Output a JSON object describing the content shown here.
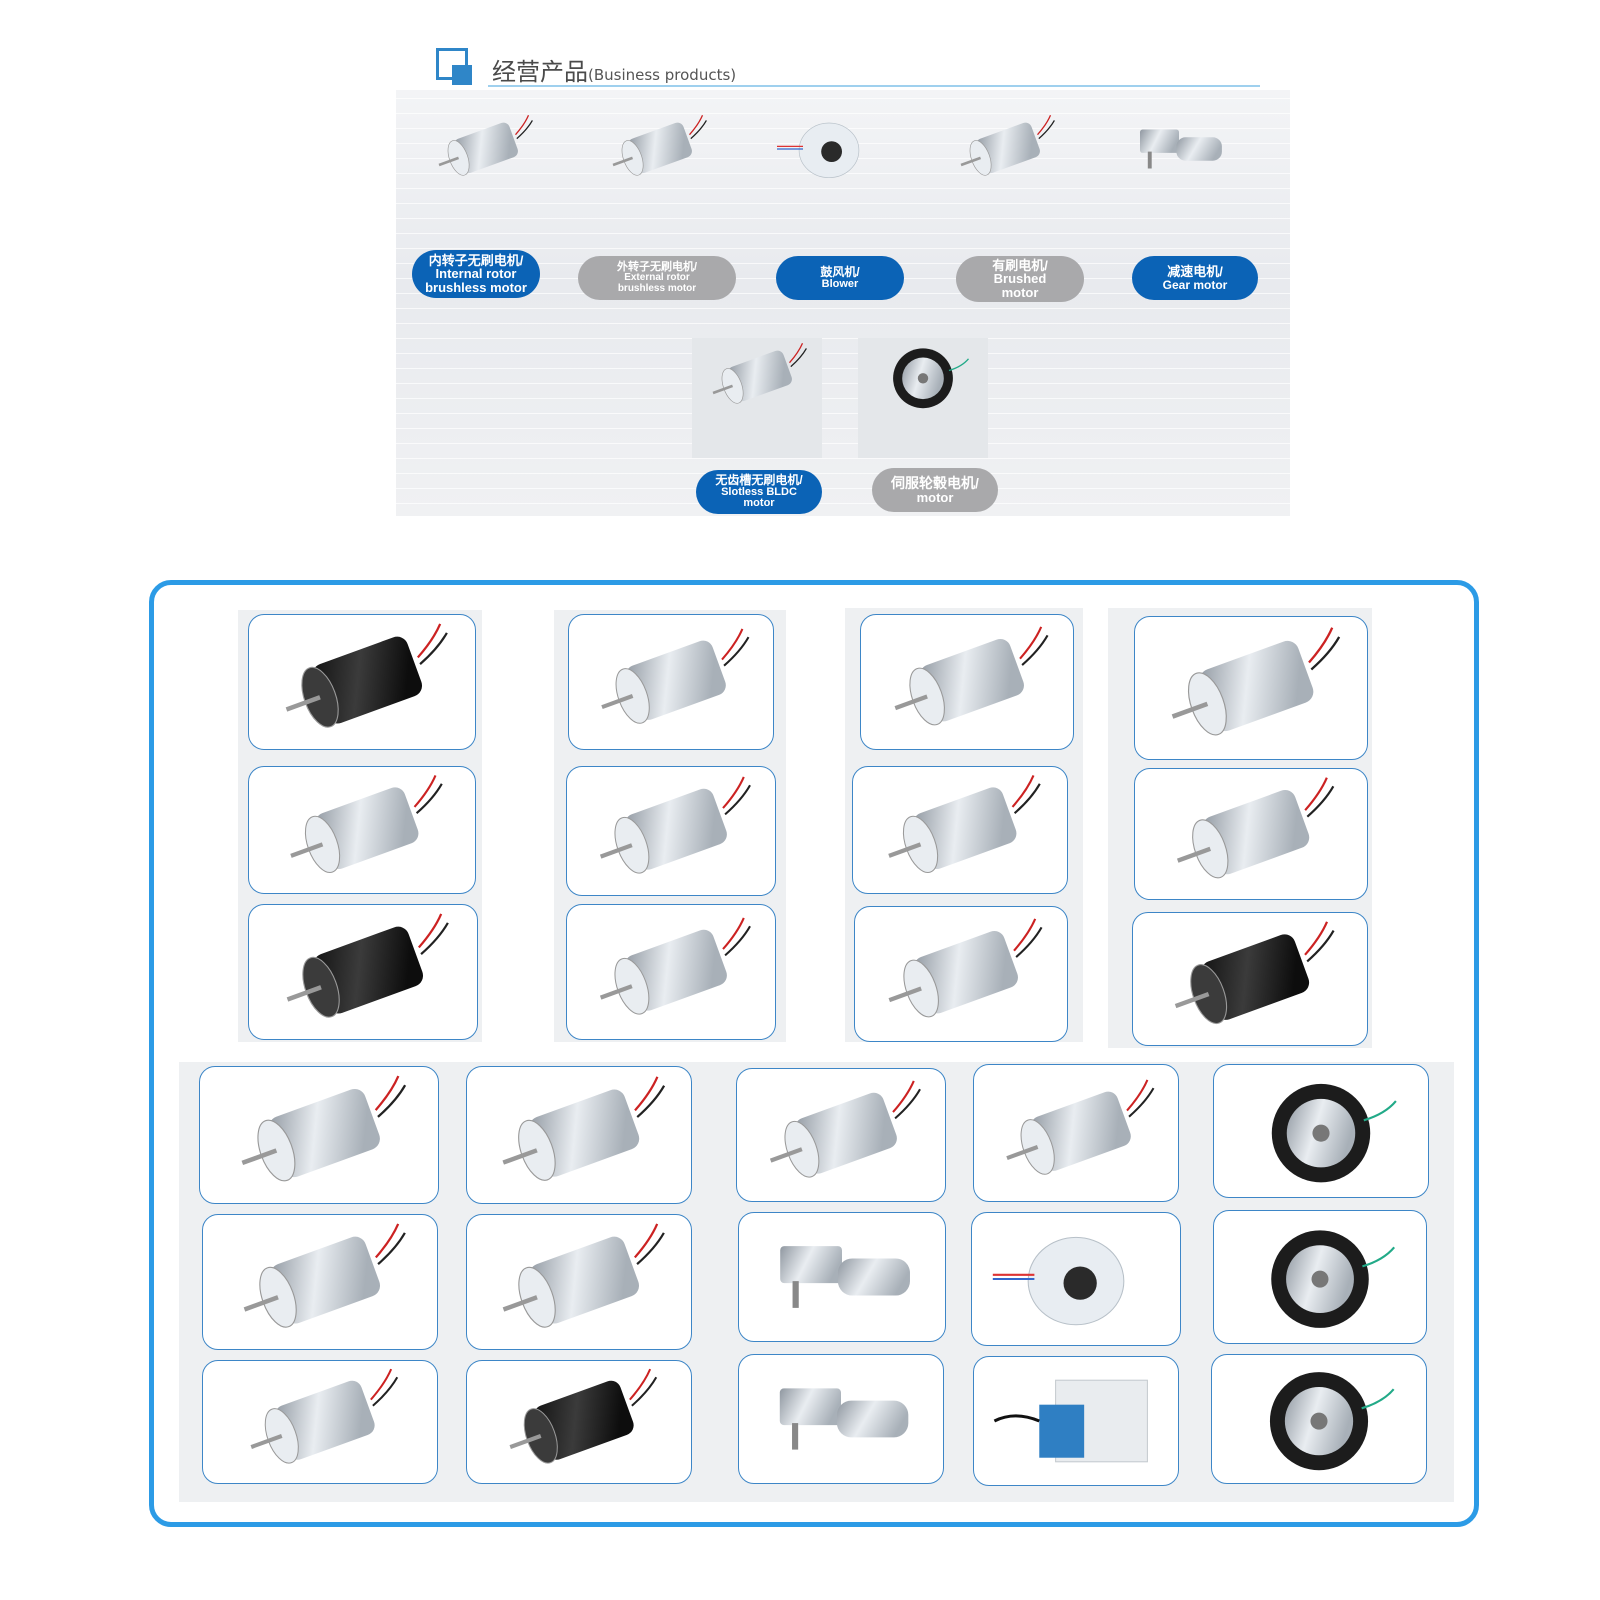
{
  "header": {
    "title_cn": "经营产品",
    "title_en": "(Business products)"
  },
  "colors": {
    "accent": "#2c9be6",
    "pill_blue": "#0b63b6",
    "pill_gray": "#a9a9ab",
    "cell_border": "#3d86c7"
  },
  "products": [
    {
      "lines": [
        "内转子无刷电机/",
        "Internal rotor",
        "brushless motor"
      ],
      "style": "blue",
      "icon": "inner-rotor-motor-icon"
    },
    {
      "lines": [
        "外转子无刷电机/",
        "External rotor",
        "brushless motor"
      ],
      "style": "gray",
      "icon": "outer-rotor-motor-icon"
    },
    {
      "lines": [
        "鼓风机/",
        "Blower"
      ],
      "style": "blue",
      "icon": "blower-icon"
    },
    {
      "lines": [
        "有刷电机/",
        "Brushed",
        "motor"
      ],
      "style": "gray",
      "icon": "brushed-motor-icon"
    },
    {
      "lines": [
        "减速电机/",
        "Gear motor"
      ],
      "style": "blue",
      "icon": "gear-motor-icon"
    },
    {
      "lines": [
        "无齿槽无刷电机/",
        "Slotless BLDC",
        "motor"
      ],
      "style": "blue",
      "icon": "slotless-motor-icon"
    },
    {
      "lines": [
        "伺服轮毂电机/",
        "motor"
      ],
      "style": "gray",
      "icon": "hub-motor-icon"
    }
  ]
}
